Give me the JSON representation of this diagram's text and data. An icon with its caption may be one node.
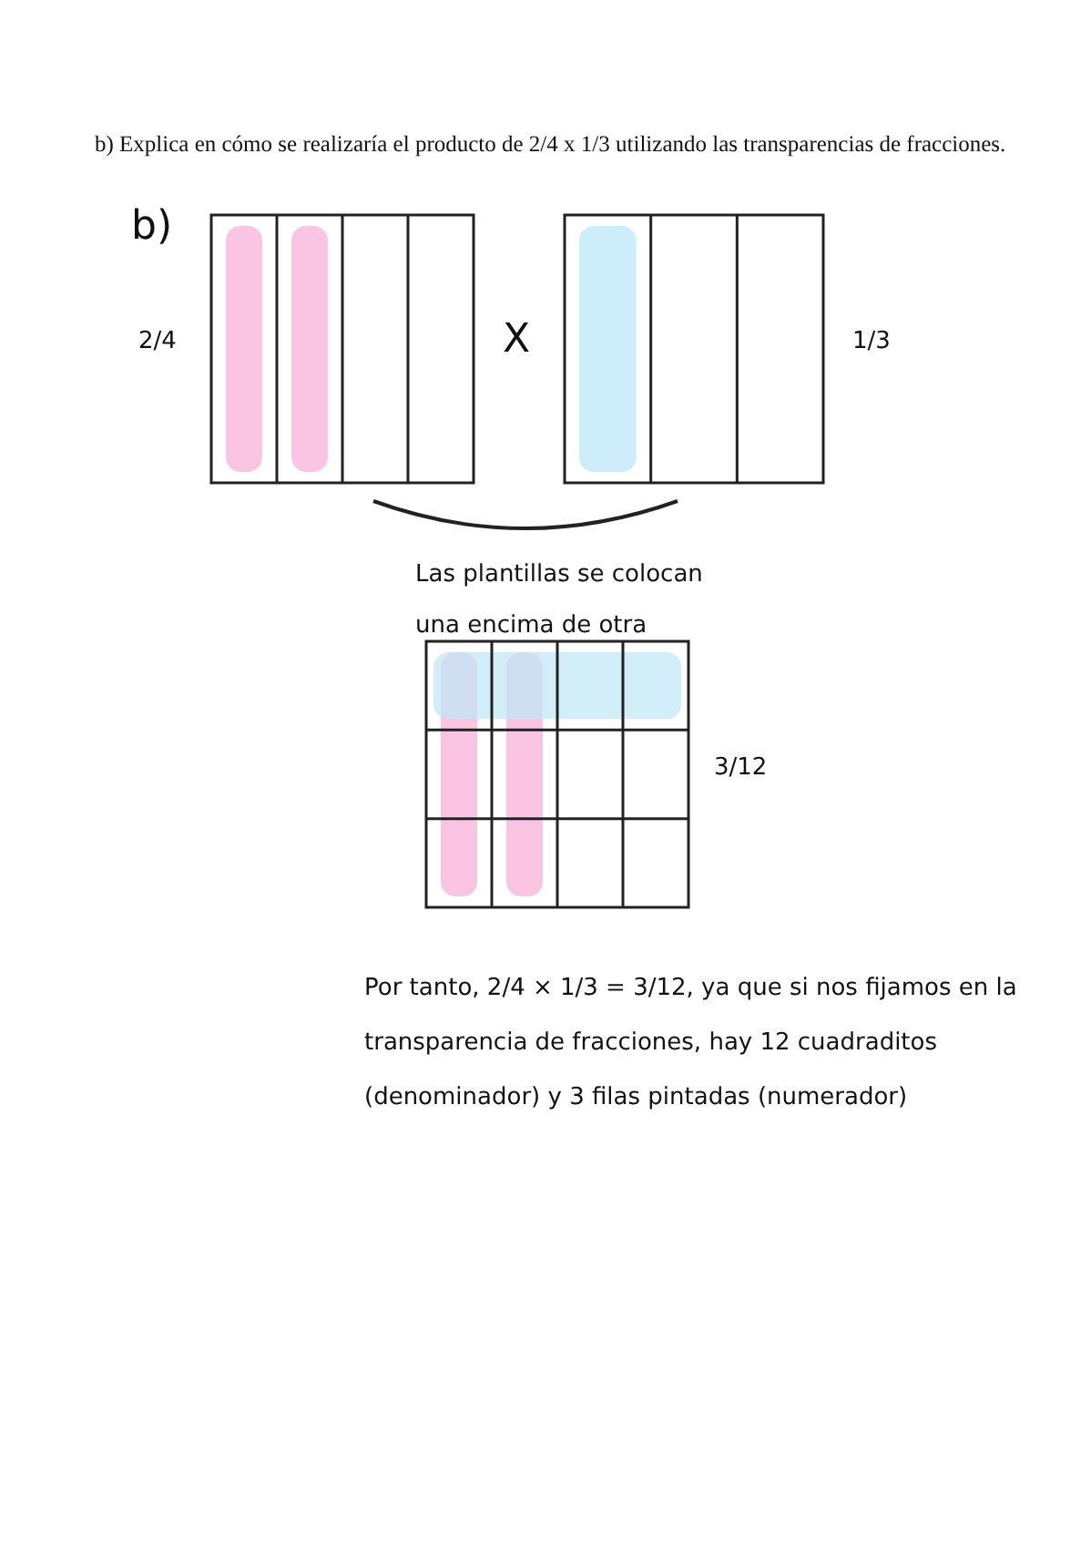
{
  "diagram": {
    "labels": [
      "b) Explica en cómo se realizaría el producto de 2/4 x 1/3 utilizando las transparencias de fracciones.",
      "b)",
      "2/4",
      "X",
      "1/3",
      "Las plantillas se colocan una encima de otra",
      "3/12",
      "Por tanto, 2/4 × 1/3 = 3/12, ya que si nos fijamos en la transparencia de fracciones, hay 12 cuadraditos (denominador) y 3 filas pintadas (numerador)"
    ]
  }
}
